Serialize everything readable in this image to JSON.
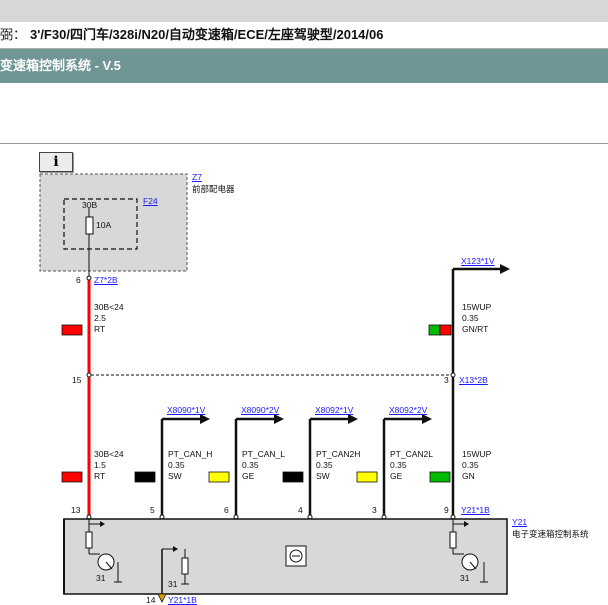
{
  "header": {
    "prefix": "弼：",
    "path": "3'/F30/四门车/328i/N20/自动变速箱/ECE/左座驾驶型/2014/06",
    "title": "变速箱控制系统 - V.5"
  },
  "info_button": {
    "label": "i"
  },
  "colors": {
    "title_bg": "#6f9595",
    "red": "#ff0000",
    "black": "#000000",
    "yellow": "#ffff00",
    "green": "#00bb00",
    "gray_box": "#d8d8d8"
  },
  "diagram": {
    "z7": {
      "id": "Z7",
      "name": "前部配电器"
    },
    "f24": {
      "id": "F24",
      "pin_label": "30B",
      "rating": "10A"
    },
    "z7_pin": "6",
    "z7_conn": "Z7*2B",
    "x123_conn": "X123*1V",
    "left_wire_top": {
      "signal": "30B<24",
      "size": "2.5",
      "color": "RT"
    },
    "right_wire_top": {
      "signal": "15WUP",
      "size": "0.35",
      "color": "GN/RT"
    },
    "left_wire_bottom": {
      "signal": "30B<24",
      "size": "1.5",
      "color": "RT"
    },
    "x13_pin_left": "15",
    "x13_pin_right": "3",
    "x13_conn": "X13*2B",
    "can_wires": [
      {
        "conn": "X8090*1V",
        "signal": "PT_CAN_H",
        "size": "0.35",
        "color": "SW",
        "pin": "5"
      },
      {
        "conn": "X8090*2V",
        "signal": "PT_CAN_L",
        "size": "0.35",
        "color": "GE",
        "pin": "6"
      },
      {
        "conn": "X8092*1V",
        "signal": "PT_CAN2H",
        "size": "0.35",
        "color": "SW",
        "pin": "4"
      },
      {
        "conn": "X8092*2V",
        "signal": "PT_CAN2L",
        "size": "0.35",
        "color": "GE",
        "pin": "3"
      }
    ],
    "right_wire_bottom": {
      "signal": "15WUP",
      "size": "0.35",
      "color": "GN",
      "pin": "9"
    },
    "left_pin_bottom": "13",
    "y21_conn": "Y21*1B",
    "y21": {
      "id": "Y21",
      "name": "电子变速箱控制系统"
    },
    "ground_labels": [
      "31",
      "31",
      "31"
    ],
    "bottom_pin": "14",
    "bottom_conn": "Y21*1B"
  }
}
